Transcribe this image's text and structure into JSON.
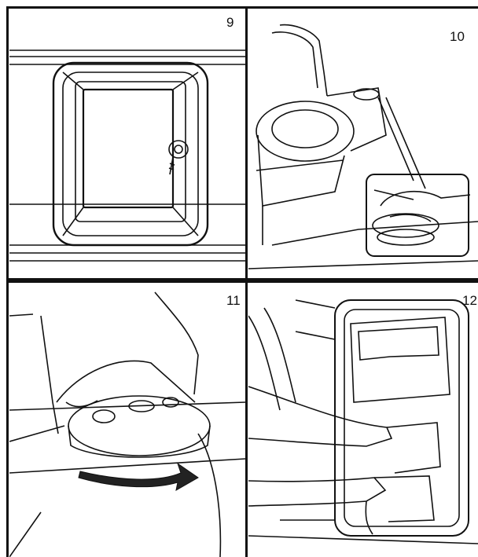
{
  "panels": [
    {
      "number": "9",
      "icon": "service-door-icon"
    },
    {
      "number": "10",
      "icon": "toilet-tank-cap-icon"
    },
    {
      "number": "11",
      "icon": "hand-rotate-cap-icon"
    },
    {
      "number": "12",
      "icon": "hands-remove-tank-icon"
    }
  ],
  "arrow_color": "#222222"
}
